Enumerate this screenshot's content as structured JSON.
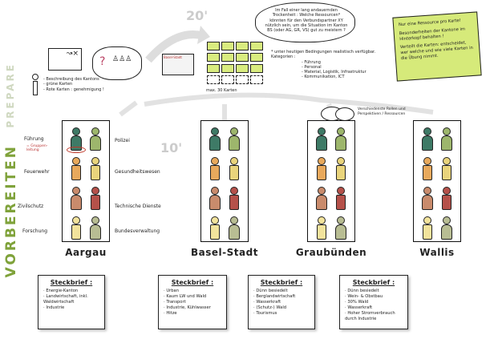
{
  "phases": {
    "prepare": "PREPARE",
    "vorbereiten": "VORBEREITEN"
  },
  "times": {
    "t20": "20'",
    "t10": "10'"
  },
  "intro": {
    "items": [
      "- Beschreibung des Kantons",
      "- grüne Karten",
      "- Rote Karten : genehmigung !"
    ]
  },
  "poster": {
    "title": "Basel-Stadt"
  },
  "cards_note": "max. 30 Karten",
  "question": "Im Fall einer lang andauernden Trockenheit : Welche Ressourcen* könnten für den Verbundspartner XY nützlich sein, um die Situation im Kanton BS (oder AG, GR, VS) gut zu meistern ?",
  "footnote": {
    "line1": "* unter heutigen Bedingungen realistisch verfügbar.",
    "label": "Kategorien :",
    "categories": [
      "- Führung",
      "- Personal",
      "- Material, Logistik, Infrastruktur",
      "- Kommunikation, ICT"
    ]
  },
  "sticky": {
    "line1": "Nur eine Ressource pro Karte!",
    "line2": "Besonderheiten der Kantone im Hinterkopf behalten !",
    "line3": "Verteilt die Karten: entscheidet, wer welche und wie viele Karten in die Übung nimmt."
  },
  "roles": {
    "left": [
      "Führung",
      "Feuerwehr",
      "Zivilschutz",
      "Forschung"
    ],
    "right": [
      "Polizei",
      "Gesundheitswesen",
      "Technische Dienste",
      "Bundesverwaltung"
    ],
    "leader_note": "= Gruppen-leitung"
  },
  "bubble_note": "Verschiedenste Rollen und Perspektiven / Ressourcen",
  "colors": {
    "teal": "#3e7a66",
    "sage": "#9db66c",
    "orange": "#e8a95c",
    "yellow": "#e9d47c",
    "salmon": "#c98b6c",
    "red": "#b5514a",
    "pale": "#f2e39c",
    "olive": "#b8bd93",
    "accent_green": "#7fa23a",
    "leader_ring": "#c0392b"
  },
  "cantons": [
    {
      "name": "Aargau",
      "brief_title": "Steckbrief :",
      "brief": [
        "Energie-Kanton",
        "Landwirtschaft, inkl. Waldwirtschaft",
        "Industrie"
      ]
    },
    {
      "name": "Basel-Stadt",
      "brief_title": "Steckbrief :",
      "brief": [
        "Urban",
        "Kaum LW und Wald",
        "Transport",
        "Industrie, Kühlwasser",
        "Hitze"
      ]
    },
    {
      "name": "Graubünden",
      "brief_title": "Steckbrief :",
      "brief": [
        "Dünn besiedelt",
        "Berglandwirtschaft",
        "Wasserkraft",
        "(Schutz-) Wald",
        "Tourismus"
      ]
    },
    {
      "name": "Wallis",
      "brief_title": "Steckbrief :",
      "brief": [
        "Dünn besiedelt",
        "Wein- & Obstbau",
        "30% Wald",
        "Wasserkraft",
        "Hoher Stromverbrauch durch Industrie"
      ]
    }
  ]
}
